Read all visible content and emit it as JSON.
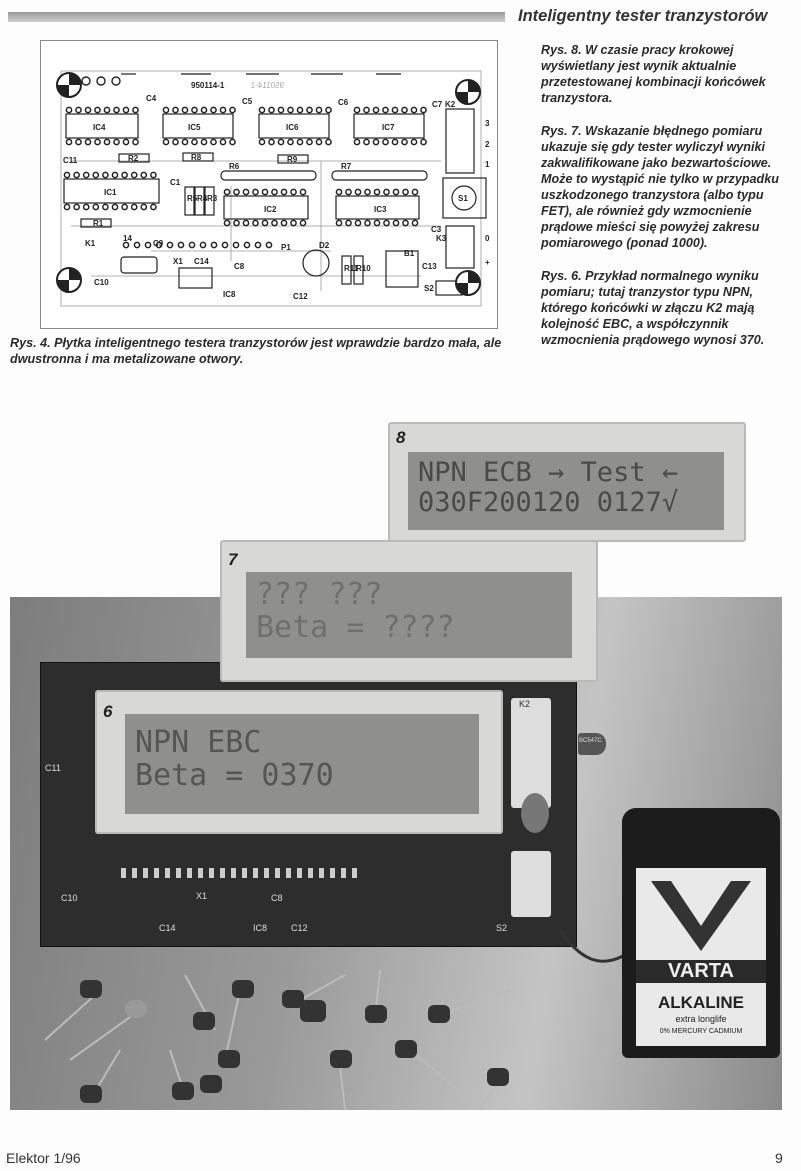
{
  "header": {
    "title": "Inteligentny tester tranzystorów"
  },
  "pcb": {
    "labels": {
      "code": "950114-1",
      "code_mirror": "950114-1",
      "ic1": "IC1",
      "ic2": "IC2",
      "ic3": "IC3",
      "ic4": "IC4",
      "ic5": "IC5",
      "ic6": "IC6",
      "ic7": "IC7",
      "ic8": "IC8",
      "c1": "C1",
      "c3": "C3",
      "c4": "C4",
      "c5": "C5",
      "c6": "C6",
      "c7": "C7",
      "c8": "C8",
      "c9": "C9",
      "c10": "C10",
      "c11": "C11",
      "c12": "C12",
      "c13": "C13",
      "c14": "C14",
      "r1": "R1",
      "r2": "R2",
      "r3": "R3",
      "r4": "R4",
      "r5": "R5",
      "r6": "R6",
      "r7": "R7",
      "r8": "R8",
      "r9": "R9",
      "r10": "R10",
      "r11": "R11",
      "k1": "K1",
      "k2": "K2",
      "k3": "K3",
      "s1": "S1",
      "s2": "S2",
      "x1": "X1",
      "p1": "P1",
      "d2": "D2",
      "b1": "B1",
      "pin14": "14",
      "k2_1": "1",
      "k2_2": "2",
      "k2_3": "3",
      "k3_0": "0",
      "k3_plus": "+"
    }
  },
  "captions": {
    "fig4": "Rys. 4. Płytka inteligentnego testera tranzystorów jest wprawdzie bardzo mała, ale dwustronna i ma metalizowane otwory.",
    "fig8": "Rys. 8. W czasie pracy krokowej wyświetlany jest wynik aktualnie przetestowanej kombinacji końcówek tranzystora.",
    "fig7": "Rys. 7. Wskazanie błędnego pomiaru ukazuje się gdy tester wyliczył wyniki zakwalifikowane jako bezwartościowe. Może to wystąpić nie tylko w przypadku uszkodzonego tranzystora (albo typu FET), ale również gdy wzmocnienie prądowe mieści się powyżej zakresu pomiarowego (ponad 1000).",
    "fig6": "Rys. 6. Przykład normalnego wyniku pomiaru; tutaj tranzystor typu NPN, którego końcówki w złączu K2 mają kolejność EBC, a współczynnik wzmocnienia prądowego wynosi 370."
  },
  "photo": {
    "lcd8": {
      "number": "8",
      "line1": "NPN ECB → Test ←",
      "line2": "030F200120 0127√"
    },
    "lcd7": {
      "number": "7",
      "line1": "??? ???",
      "line2": "Beta = ????"
    },
    "lcd6": {
      "number": "6",
      "line1": "NPN EBC",
      "line2": "Beta = 0370"
    },
    "board_labels": {
      "c10": "C10",
      "x1": "X1",
      "c14": "C14",
      "ic8": "IC8",
      "c12": "C12",
      "c11": "C11",
      "s2": "S2",
      "c8": "C8",
      "k2": "K2",
      "transistor": "BC547C"
    },
    "battery": {
      "brand": "VARTA",
      "type": "ALKALINE",
      "sub": "extra longlife",
      "mercury": "0% MERCURY CADMIUM"
    }
  },
  "footer": {
    "left": "Elektor 1/96",
    "page": "9"
  }
}
